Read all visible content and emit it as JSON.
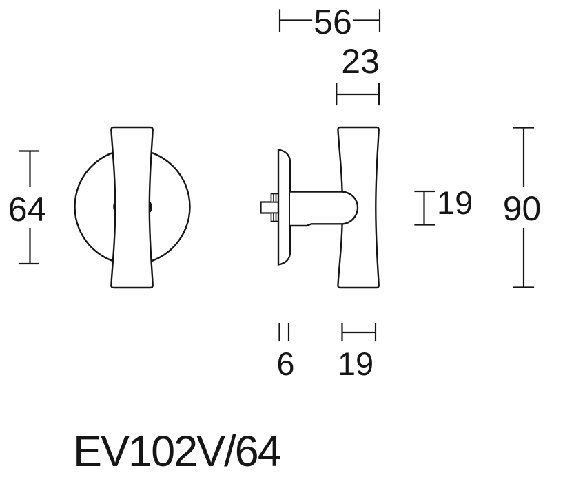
{
  "drawing": {
    "product_code": "EV102V/64",
    "type_label": "door-knob-technical-drawing"
  },
  "dimensions": {
    "total_depth": "56",
    "knob_top_width": "23",
    "rosette_diameter": "64",
    "neck_height": "19",
    "knob_height": "90",
    "rosette_thickness": "6",
    "knob_mid_width": "19"
  },
  "colors": {
    "line": "#161616",
    "background": "#ffffff"
  }
}
